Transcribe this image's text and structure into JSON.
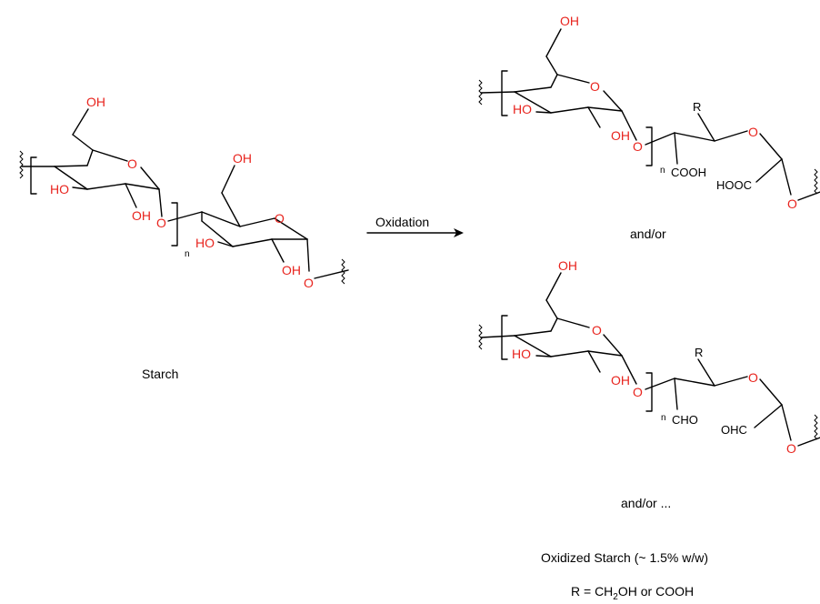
{
  "labels": {
    "hydroxyl": "OH",
    "ho": "HO",
    "oxygen": "O",
    "repeat_n": "n",
    "r_group": "R",
    "carboxyl": "COOH",
    "carboxyl_rev": "HOOC",
    "aldehyde": "CHO",
    "aldehyde_rev": "OHC"
  },
  "arrow": {
    "label": "Oxidation"
  },
  "reactant": {
    "name": "Starch"
  },
  "product": {
    "connector_1": "and/or",
    "connector_2": "and/or ...",
    "name": "Oxidized Starch (~ 1.5% w/w)",
    "r_definition": {
      "prefix": "R = CH",
      "subscript": "2",
      "suffix": "OH or COOH"
    }
  },
  "colors": {
    "heteroatom": "#e8241e",
    "bond": "#000000"
  }
}
